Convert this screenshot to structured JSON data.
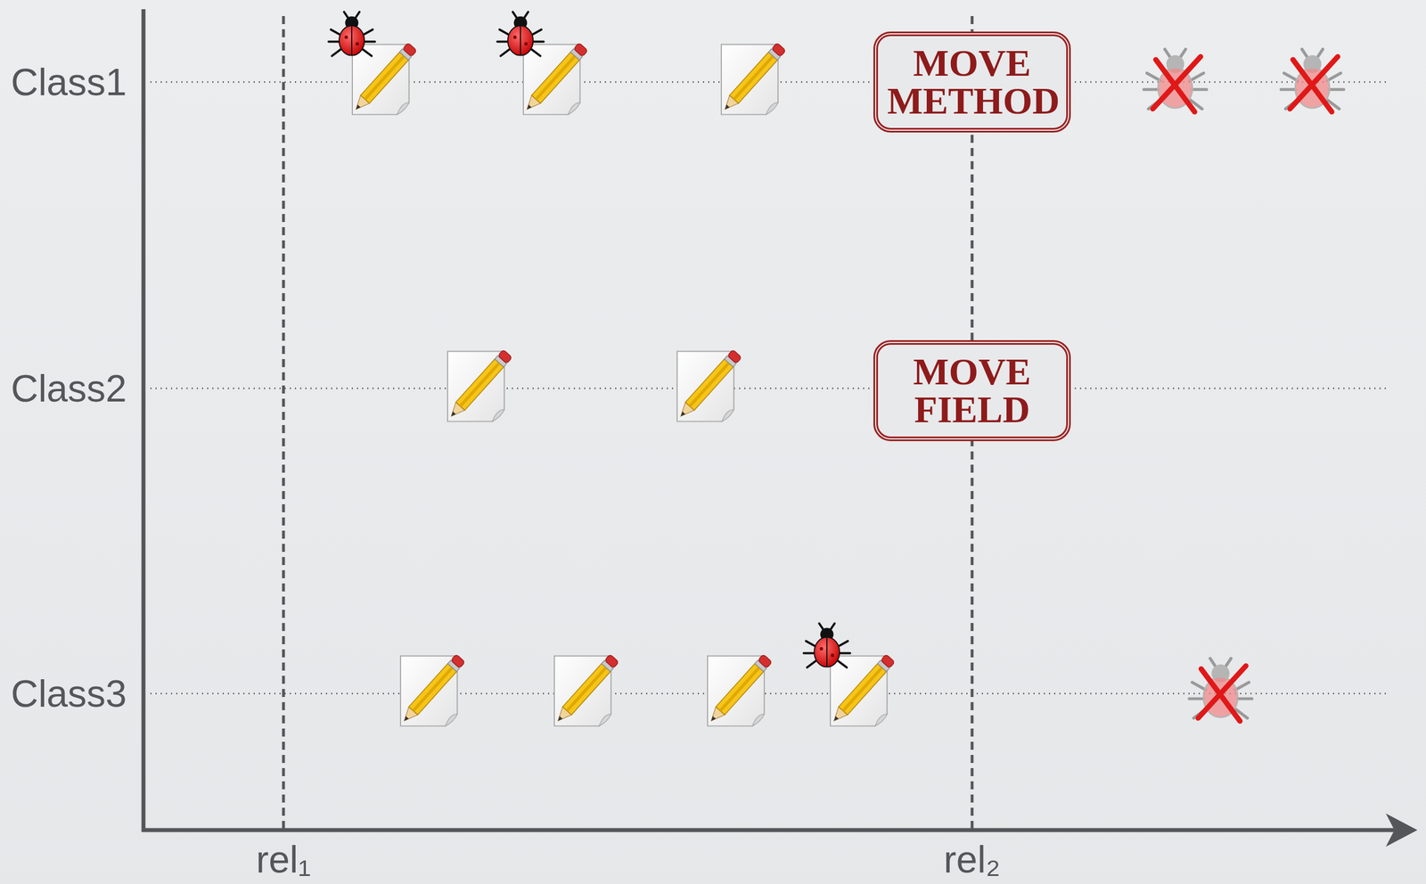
{
  "diagram": {
    "nodes": [
      {
        "text": [
          "MOVE METHOD"
        ]
      },
      {
        "text": [
          "MOVE FIELD"
        ]
      }
    ],
    "labels": [
      "Class1",
      "Class2",
      "Class3",
      "rel₁",
      "rel₂"
    ]
  }
}
